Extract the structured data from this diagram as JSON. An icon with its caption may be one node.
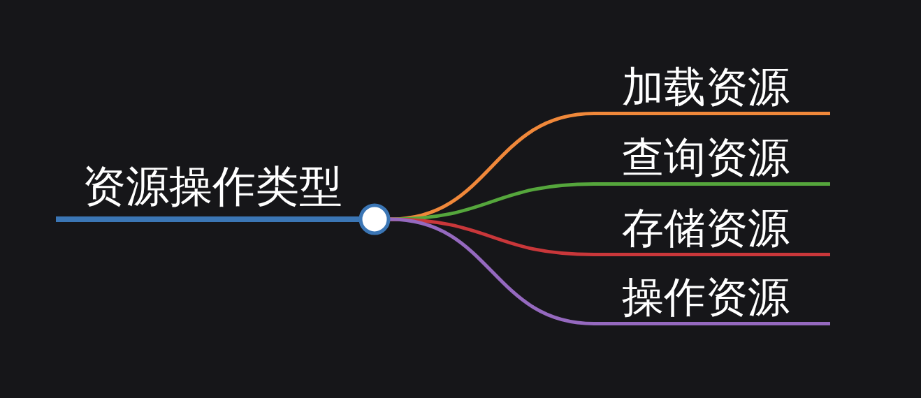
{
  "diagram": {
    "nodes": [
      {
        "text": [
          "资源操作类型"
        ]
      },
      {
        "text": [],
        "shape": "circle"
      },
      {
        "text": [
          "加载资源"
        ]
      },
      {
        "text": [
          "查询资源"
        ]
      },
      {
        "text": [
          "存储资源"
        ]
      },
      {
        "text": [
          "操作资源"
        ]
      }
    ],
    "edges": [
      {
        "from": 1,
        "to": 2,
        "arrow": "none",
        "color": "#f0883a"
      },
      {
        "from": 1,
        "to": 3,
        "arrow": "none",
        "color": "#55a63c"
      },
      {
        "from": 1,
        "to": 4,
        "arrow": "none",
        "color": "#c9373a"
      },
      {
        "from": 1,
        "to": 5,
        "arrow": "none",
        "color": "#9569bf"
      }
    ]
  }
}
